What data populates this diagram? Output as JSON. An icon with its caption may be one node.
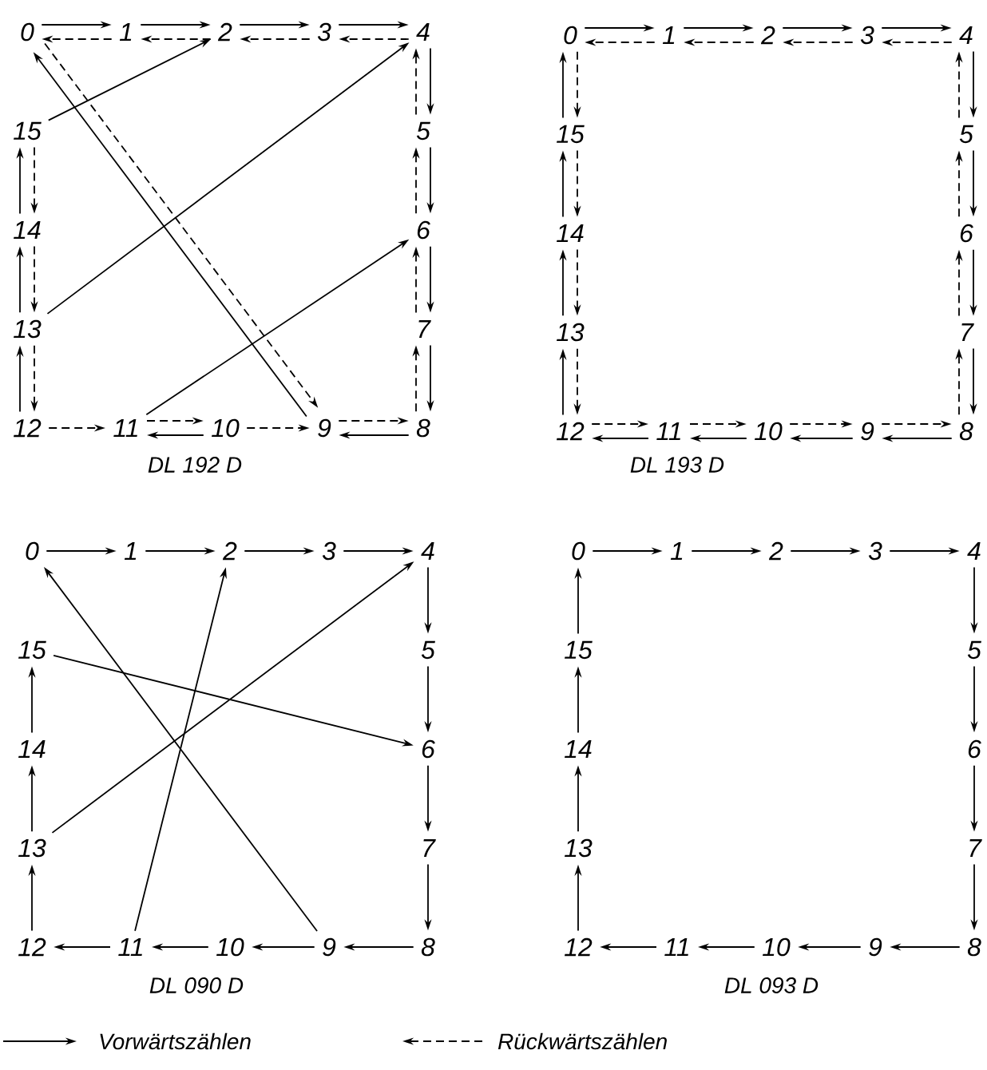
{
  "diagram": {
    "nodes": [
      {
        "text": [
          "0"
        ]
      },
      {
        "text": [
          "1"
        ]
      },
      {
        "text": [
          "2"
        ]
      },
      {
        "text": [
          "3"
        ]
      },
      {
        "text": [
          "4"
        ]
      },
      {
        "text": [
          "5"
        ]
      },
      {
        "text": [
          "6"
        ]
      },
      {
        "text": [
          "7"
        ]
      },
      {
        "text": [
          "8"
        ]
      },
      {
        "text": [
          "9"
        ]
      },
      {
        "text": [
          "10"
        ]
      },
      {
        "text": [
          "11"
        ]
      },
      {
        "text": [
          "12"
        ]
      },
      {
        "text": [
          "13"
        ]
      },
      {
        "text": [
          "14"
        ]
      },
      {
        "text": [
          "15"
        ]
      },
      {
        "text": [
          "0"
        ]
      },
      {
        "text": [
          "1"
        ]
      },
      {
        "text": [
          "2"
        ]
      },
      {
        "text": [
          "3"
        ]
      },
      {
        "text": [
          "4"
        ]
      },
      {
        "text": [
          "5"
        ]
      },
      {
        "text": [
          "6"
        ]
      },
      {
        "text": [
          "7"
        ]
      },
      {
        "text": [
          "8"
        ]
      },
      {
        "text": [
          "9"
        ]
      },
      {
        "text": [
          "10"
        ]
      },
      {
        "text": [
          "11"
        ]
      },
      {
        "text": [
          "12"
        ]
      },
      {
        "text": [
          "13"
        ]
      },
      {
        "text": [
          "14"
        ]
      },
      {
        "text": [
          "15"
        ]
      },
      {
        "text": [
          "0"
        ]
      },
      {
        "text": [
          "1"
        ]
      },
      {
        "text": [
          "2"
        ]
      },
      {
        "text": [
          "3"
        ]
      },
      {
        "text": [
          "4"
        ]
      },
      {
        "text": [
          "5"
        ]
      },
      {
        "text": [
          "6"
        ]
      },
      {
        "text": [
          "7"
        ]
      },
      {
        "text": [
          "8"
        ]
      },
      {
        "text": [
          "9"
        ]
      },
      {
        "text": [
          "10"
        ]
      },
      {
        "text": [
          "11"
        ]
      },
      {
        "text": [
          "12"
        ]
      },
      {
        "text": [
          "13"
        ]
      },
      {
        "text": [
          "14"
        ]
      },
      {
        "text": [
          "15"
        ]
      },
      {
        "text": [
          "0"
        ]
      },
      {
        "text": [
          "1"
        ]
      },
      {
        "text": [
          "2"
        ]
      },
      {
        "text": [
          "3"
        ]
      },
      {
        "text": [
          "4"
        ]
      },
      {
        "text": [
          "5"
        ]
      },
      {
        "text": [
          "6"
        ]
      },
      {
        "text": [
          "7"
        ]
      },
      {
        "text": [
          "8"
        ]
      },
      {
        "text": [
          "9"
        ]
      },
      {
        "text": [
          "10"
        ]
      },
      {
        "text": [
          "11"
        ]
      },
      {
        "text": [
          "12"
        ]
      },
      {
        "text": [
          "13"
        ]
      },
      {
        "text": [
          "14"
        ]
      },
      {
        "text": [
          "15"
        ]
      }
    ],
    "edges": [
      {
        "from": 0,
        "to": 1,
        "arrow": "to"
      },
      {
        "from": 1,
        "to": 2,
        "arrow": "to"
      },
      {
        "from": 2,
        "to": 3,
        "arrow": "to"
      },
      {
        "from": 3,
        "to": 4,
        "arrow": "to"
      },
      {
        "from": 4,
        "to": 5,
        "arrow": "to"
      },
      {
        "from": 5,
        "to": 6,
        "arrow": "to"
      },
      {
        "from": 6,
        "to": 7,
        "arrow": "to"
      },
      {
        "from": 7,
        "to": 8,
        "arrow": "to"
      },
      {
        "from": 8,
        "to": 9,
        "arrow": "to"
      },
      {
        "from": 9,
        "to": 0,
        "arrow": "to"
      },
      {
        "from": 10,
        "to": 11,
        "arrow": "to"
      },
      {
        "from": 11,
        "to": 6,
        "arrow": "to"
      },
      {
        "from": 12,
        "to": 13,
        "arrow": "to"
      },
      {
        "from": 13,
        "to": 4,
        "arrow": "to"
      },
      {
        "from": 14,
        "to": 15,
        "arrow": "to"
      },
      {
        "from": 15,
        "to": 2,
        "arrow": "to"
      },
      {
        "from": 4,
        "to": 3,
        "arrow": "to",
        "style": "dashed"
      },
      {
        "from": 3,
        "to": 2,
        "arrow": "to",
        "style": "dashed"
      },
      {
        "from": 2,
        "to": 1,
        "arrow": "to",
        "style": "dashed"
      },
      {
        "from": 1,
        "to": 0,
        "arrow": "to",
        "style": "dashed"
      },
      {
        "from": 0,
        "to": 9,
        "arrow": "to",
        "style": "dashed"
      },
      {
        "from": 9,
        "to": 8,
        "arrow": "to",
        "style": "dashed"
      },
      {
        "from": 8,
        "to": 7,
        "arrow": "to",
        "style": "dashed"
      },
      {
        "from": 7,
        "to": 6,
        "arrow": "to",
        "style": "dashed"
      },
      {
        "from": 6,
        "to": 5,
        "arrow": "to",
        "style": "dashed"
      },
      {
        "from": 5,
        "to": 4,
        "arrow": "to",
        "style": "dashed"
      },
      {
        "from": 15,
        "to": 14,
        "arrow": "to",
        "style": "dashed"
      },
      {
        "from": 14,
        "to": 13,
        "arrow": "to",
        "style": "dashed"
      },
      {
        "from": 13,
        "to": 12,
        "arrow": "to",
        "style": "dashed"
      },
      {
        "from": 12,
        "to": 11,
        "arrow": "to",
        "style": "dashed"
      },
      {
        "from": 11,
        "to": 10,
        "arrow": "to",
        "style": "dashed"
      },
      {
        "from": 10,
        "to": 9,
        "arrow": "to",
        "style": "dashed"
      },
      {
        "from": 16,
        "to": 17,
        "arrow": "to"
      },
      {
        "from": 17,
        "to": 18,
        "arrow": "to"
      },
      {
        "from": 18,
        "to": 19,
        "arrow": "to"
      },
      {
        "from": 19,
        "to": 20,
        "arrow": "to"
      },
      {
        "from": 20,
        "to": 21,
        "arrow": "to"
      },
      {
        "from": 21,
        "to": 22,
        "arrow": "to"
      },
      {
        "from": 22,
        "to": 23,
        "arrow": "to"
      },
      {
        "from": 23,
        "to": 24,
        "arrow": "to"
      },
      {
        "from": 24,
        "to": 25,
        "arrow": "to"
      },
      {
        "from": 25,
        "to": 26,
        "arrow": "to"
      },
      {
        "from": 26,
        "to": 27,
        "arrow": "to"
      },
      {
        "from": 27,
        "to": 28,
        "arrow": "to"
      },
      {
        "from": 28,
        "to": 29,
        "arrow": "to"
      },
      {
        "from": 29,
        "to": 30,
        "arrow": "to"
      },
      {
        "from": 30,
        "to": 31,
        "arrow": "to"
      },
      {
        "from": 31,
        "to": 16,
        "arrow": "to"
      },
      {
        "from": 20,
        "to": 19,
        "arrow": "to",
        "style": "dashed"
      },
      {
        "from": 19,
        "to": 18,
        "arrow": "to",
        "style": "dashed"
      },
      {
        "from": 18,
        "to": 17,
        "arrow": "to",
        "style": "dashed"
      },
      {
        "from": 17,
        "to": 16,
        "arrow": "to",
        "style": "dashed"
      },
      {
        "from": 16,
        "to": 31,
        "arrow": "to",
        "style": "dashed"
      },
      {
        "from": 31,
        "to": 30,
        "arrow": "to",
        "style": "dashed"
      },
      {
        "from": 30,
        "to": 29,
        "arrow": "to",
        "style": "dashed"
      },
      {
        "from": 29,
        "to": 28,
        "arrow": "to",
        "style": "dashed"
      },
      {
        "from": 28,
        "to": 27,
        "arrow": "to",
        "style": "dashed"
      },
      {
        "from": 27,
        "to": 26,
        "arrow": "to",
        "style": "dashed"
      },
      {
        "from": 26,
        "to": 25,
        "arrow": "to",
        "style": "dashed"
      },
      {
        "from": 25,
        "to": 24,
        "arrow": "to",
        "style": "dashed"
      },
      {
        "from": 24,
        "to": 23,
        "arrow": "to",
        "style": "dashed"
      },
      {
        "from": 23,
        "to": 22,
        "arrow": "to",
        "style": "dashed"
      },
      {
        "from": 22,
        "to": 21,
        "arrow": "to",
        "style": "dashed"
      },
      {
        "from": 21,
        "to": 20,
        "arrow": "to",
        "style": "dashed"
      },
      {
        "from": 32,
        "to": 33,
        "arrow": "to"
      },
      {
        "from": 33,
        "to": 34,
        "arrow": "to"
      },
      {
        "from": 34,
        "to": 35,
        "arrow": "to"
      },
      {
        "from": 35,
        "to": 36,
        "arrow": "to"
      },
      {
        "from": 36,
        "to": 37,
        "arrow": "to"
      },
      {
        "from": 37,
        "to": 38,
        "arrow": "to"
      },
      {
        "from": 38,
        "to": 39,
        "arrow": "to"
      },
      {
        "from": 39,
        "to": 40,
        "arrow": "to"
      },
      {
        "from": 40,
        "to": 41,
        "arrow": "to"
      },
      {
        "from": 41,
        "to": 32,
        "arrow": "to"
      },
      {
        "from": 42,
        "to": 43,
        "arrow": "to"
      },
      {
        "from": 43,
        "to": 34,
        "arrow": "to"
      },
      {
        "from": 44,
        "to": 45,
        "arrow": "to"
      },
      {
        "from": 45,
        "to": 36,
        "arrow": "to"
      },
      {
        "from": 46,
        "to": 47,
        "arrow": "to"
      },
      {
        "from": 47,
        "to": 38,
        "arrow": "to"
      },
      {
        "from": 48,
        "to": 49,
        "arrow": "to"
      },
      {
        "from": 49,
        "to": 50,
        "arrow": "to"
      },
      {
        "from": 50,
        "to": 51,
        "arrow": "to"
      },
      {
        "from": 51,
        "to": 52,
        "arrow": "to"
      },
      {
        "from": 52,
        "to": 53,
        "arrow": "to"
      },
      {
        "from": 53,
        "to": 54,
        "arrow": "to"
      },
      {
        "from": 54,
        "to": 55,
        "arrow": "to"
      },
      {
        "from": 55,
        "to": 56,
        "arrow": "to"
      },
      {
        "from": 56,
        "to": 57,
        "arrow": "to"
      },
      {
        "from": 57,
        "to": 58,
        "arrow": "to"
      },
      {
        "from": 58,
        "to": 59,
        "arrow": "to"
      },
      {
        "from": 59,
        "to": 60,
        "arrow": "to"
      },
      {
        "from": 60,
        "to": 61,
        "arrow": "to"
      },
      {
        "from": 61,
        "to": 62,
        "arrow": "to"
      },
      {
        "from": 62,
        "to": 63,
        "arrow": "to"
      },
      {
        "from": 63,
        "to": 48,
        "arrow": "to"
      },
      {
        "from": 13,
        "to": 14,
        "arrow": "to"
      },
      {
        "from": 41,
        "to": 42,
        "arrow": "to"
      },
      {
        "from": 43,
        "to": 44,
        "arrow": "to"
      },
      {
        "from": 45,
        "to": 46,
        "arrow": "to"
      }
    ],
    "labels": [
      "DL 192 D",
      "DL 193 D",
      "DL 090 D",
      "DL 093 D"
    ],
    "legend": [
      {
        "text": "Vorwärtszählen"
      },
      {
        "text": "Rückwärtszählen"
      }
    ]
  }
}
